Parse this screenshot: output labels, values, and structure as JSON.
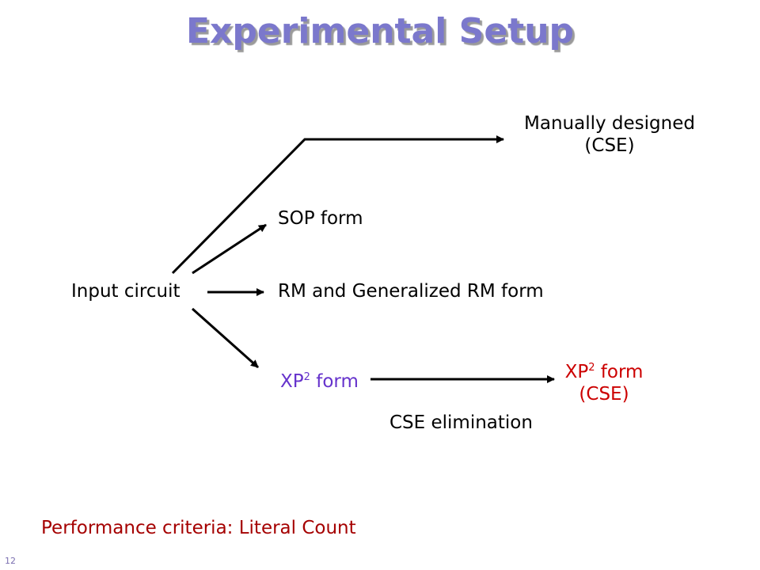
{
  "title": "Experimental Setup",
  "nodes": {
    "input": "Input circuit",
    "manual_line1": "Manually designed",
    "manual_line2": "(CSE)",
    "sop": "SOP form",
    "rm": "RM and Generalized RM form",
    "xp2_base": "XP",
    "xp2_sup": "2",
    "xp2_suffix": " form",
    "xp2cse_base": "XP",
    "xp2cse_sup": "2",
    "xp2cse_suffix": " form",
    "xp2cse_line2": "(CSE)"
  },
  "edge_label": "CSE elimination",
  "footer": "Performance criteria: Literal Count",
  "page_number": "12",
  "colors": {
    "title": "#7b78cc",
    "xp2": "#6633cc",
    "xp2cse": "#cc0000",
    "footer": "#a50000"
  }
}
